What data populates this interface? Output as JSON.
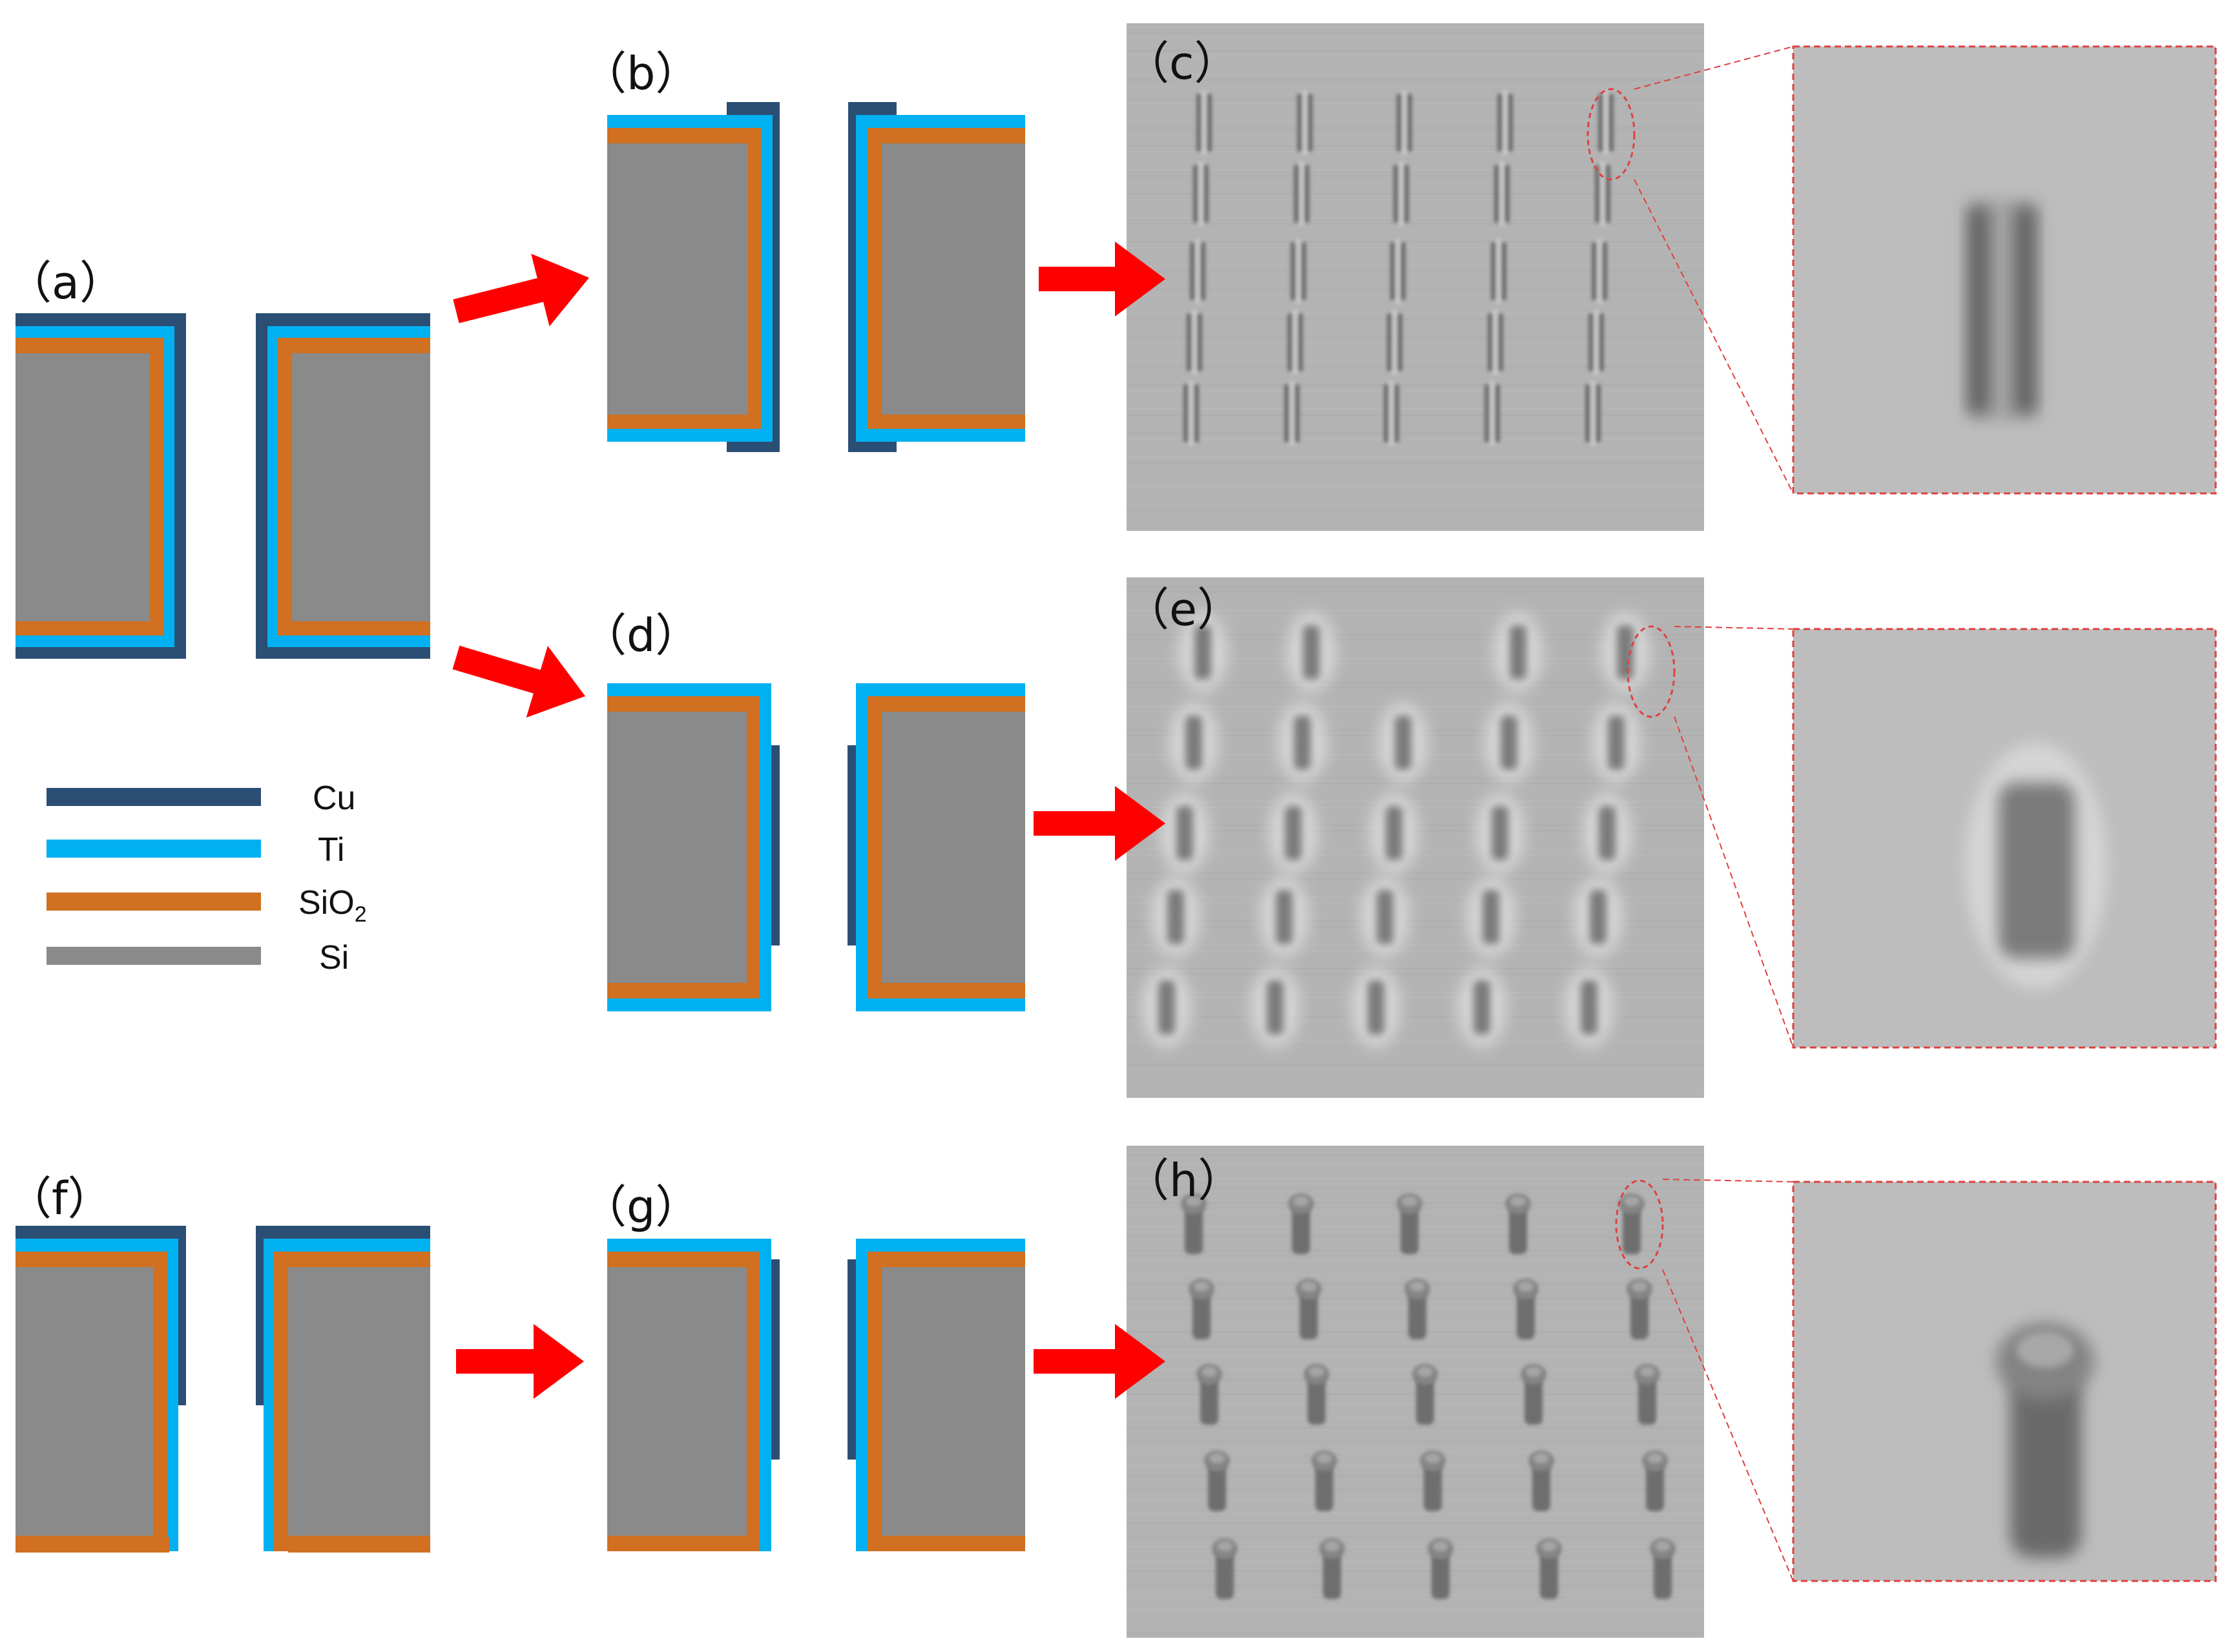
{
  "colors": {
    "Cu": "#2b4f74",
    "Ti": "#00b0f0",
    "SiO2": "#d07020",
    "Si": "#8a8a8a",
    "arrow": "#ff0000",
    "zoom_outline": "#e04040",
    "sem_background": "#b3b3b3"
  },
  "panels": {
    "a": "（a）",
    "b": "（b）",
    "c": "（c）",
    "d": "（d）",
    "e": "（e）",
    "f": "（f）",
    "g": "（g）",
    "h": "（h）"
  },
  "legend": {
    "cu": "Cu",
    "ti": "Ti",
    "sio2_main": "SiO",
    "sio2_sub": "2",
    "si": "Si"
  },
  "icons": {
    "arrow": "arrow-right-icon"
  }
}
